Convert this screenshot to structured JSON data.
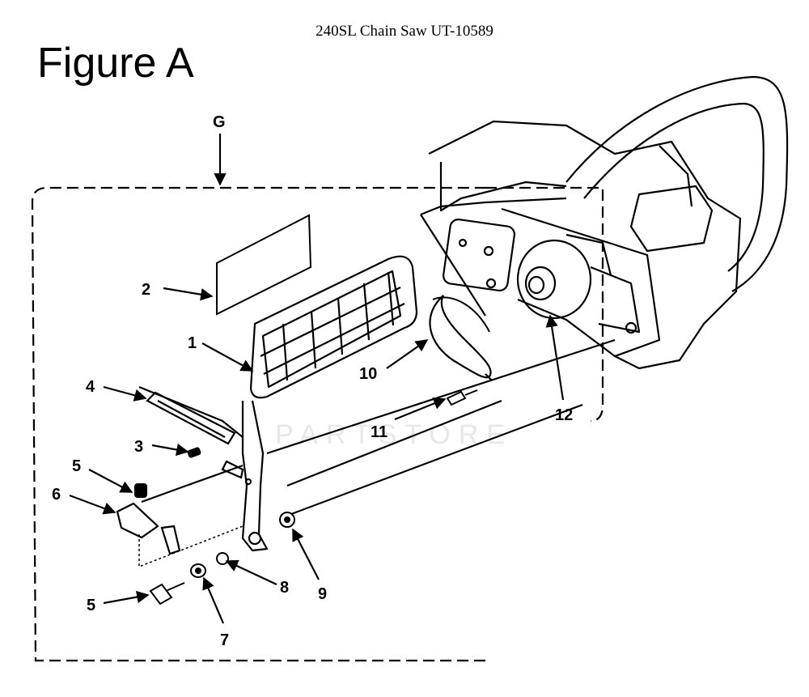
{
  "document_title": "240SL Chain Saw UT-10589",
  "figure_title": "Figure A",
  "view_marker": "G",
  "watermark": "PARTSTORE",
  "callouts": {
    "c1": "1",
    "c2": "2",
    "c3": "3",
    "c4": "4",
    "c5a": "5",
    "c5b": "5",
    "c6": "6",
    "c7": "7",
    "c8": "8",
    "c9": "9",
    "c10": "10",
    "c11": "11",
    "c12": "12"
  }
}
